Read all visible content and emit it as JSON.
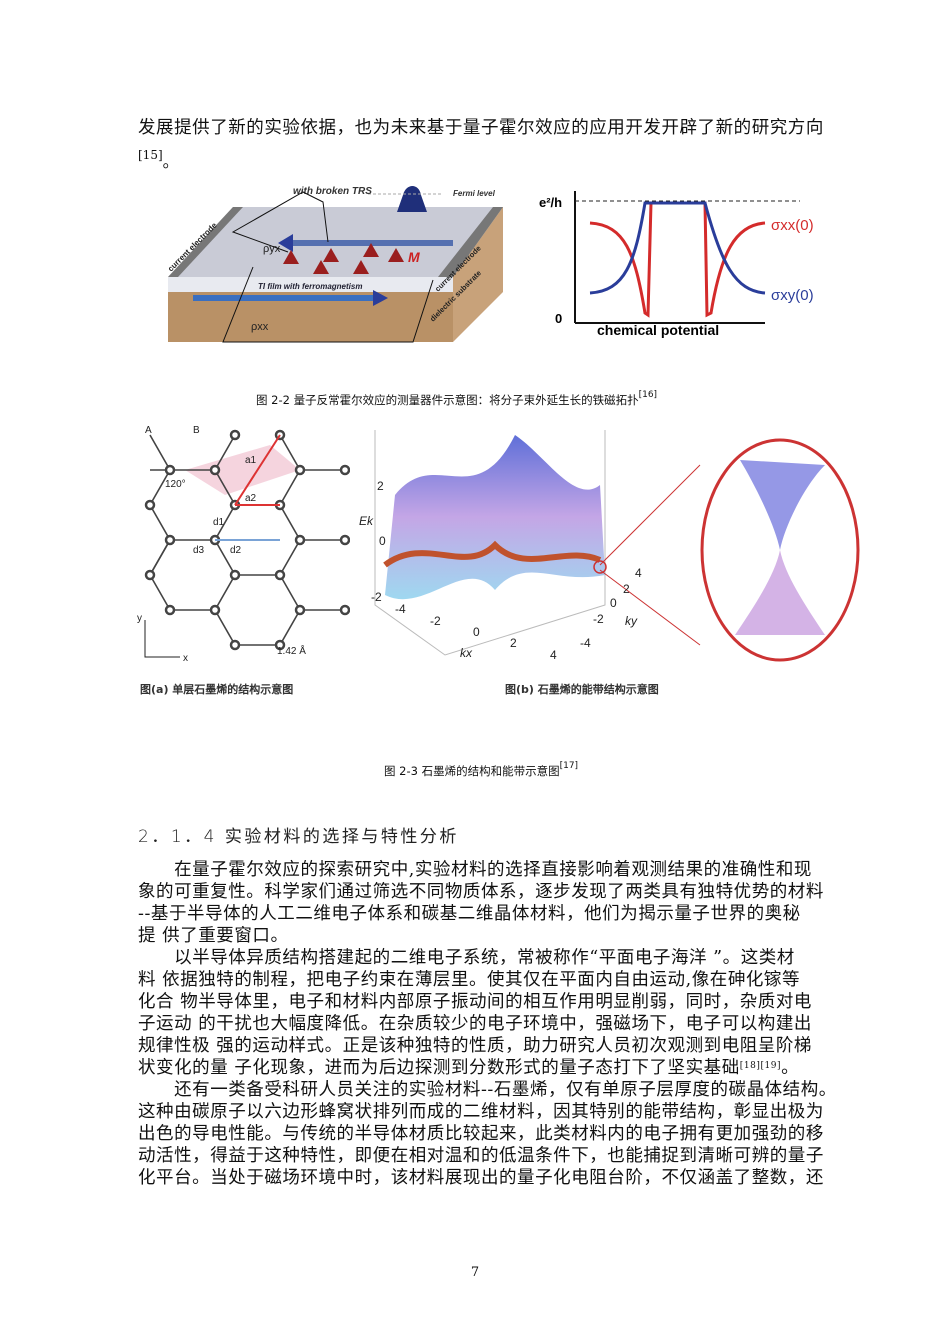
{
  "intro": {
    "line1": "发展提供了新的实验依据，也为未来基于量子霍尔效应的应用开发开辟了新的研究方向",
    "cite": "[15]",
    "end": "。"
  },
  "figure_2_2": {
    "caption": "图 2-2 量子反常霍尔效应的测量器件示意图：将分子束外延生长的铁磁拓扑",
    "cite": "[16]",
    "left_labels": {
      "top": "with broken TRS",
      "fermi": "Fermi level",
      "rho_yx": "ρyx",
      "rho_xx": "ρxx",
      "M": "M",
      "film": "TI film with ferromagnetism",
      "electrode_left": "current electrode",
      "electrode_right": "current electrode",
      "substrate": "dielectric substrate"
    },
    "right_labels": {
      "yunit": "e²/h",
      "zero": "0",
      "xlabel": "chemical potential",
      "sxx": "σxx(0)",
      "sxy": "σxy(0)"
    },
    "colors": {
      "red": "#d42b2b",
      "blue": "#2a3d9a"
    }
  },
  "figure_2_3": {
    "caption": "图 2-3 石墨烯的结构和能带示意图",
    "cite": "[17]",
    "sub_a": "图(a) 单层石墨烯的结构示意图",
    "sub_b": "图(b) 石墨烯的能带结构示意图",
    "lattice_labels": {
      "A": "A",
      "B": "B",
      "angle": "120°",
      "a1": "a1",
      "a2": "a2",
      "d1": "d1",
      "d2": "d2",
      "d3": "d3",
      "bond": "1.42 Å",
      "x": "x",
      "y": "y"
    },
    "band_labels": {
      "ek": "Ek",
      "kx": "kx",
      "ky": "ky",
      "ticks_e": [
        "2",
        "0",
        "-2"
      ],
      "ticks_kx": [
        "-4",
        "-2",
        "0",
        "2",
        "4"
      ],
      "ticks_ky": [
        "4",
        "2",
        "0",
        "-2",
        "-4"
      ]
    }
  },
  "section": {
    "heading": "2．1．4 实验材料的选择与特性分析"
  },
  "paragraphs": [
    {
      "lines": [
        "　　在量子霍尔效应的探索研究中,实验材料的选择直接影响着观测结果的准确性和现",
        "象的可重复性。科学家们通过筛选不同物质体系，逐步发现了两类具有独特优势的材料",
        "--基于半导体的人工二维电子体系和碳基二维晶体材料，他们为揭示量子世界的奥秘",
        "提 供了重要窗口。"
      ]
    },
    {
      "lines": [
        "　　以半导体异质结构搭建起的二维电子系统，常被称作“平面电子海洋 ”。这类材",
        "料 依据独特的制程，把电子约束在薄层里。使其仅在平面内自由运动,像在砷化镓等",
        "化合 物半导体里，电子和材料内部原子振动间的相互作用明显削弱，同时，杂质对电",
        "子运动 的干扰也大幅度降低。在杂质较少的电子环境中，强磁场下，电子可以构建出",
        "规律性极 强的运动样式。正是该种独特的性质，助力研究人员初次观测到电阻呈阶梯",
        "状变化的量 子化现象，进而为后边探测到分数形式的量子态打下了坚实基础"
      ],
      "cite": "[18][19]",
      "end": "。"
    },
    {
      "lines": [
        "　　还有一类备受科研人员关注的实验材料--石墨烯，仅有单原子层厚度的碳晶体结构。",
        "这种由碳原子以六边形蜂窝状排列而成的二维材料，因其特别的能带结构，彰显出极为",
        "出色的导电性能。与传统的半导体材质比较起来，此类材料内的电子拥有更加强劲的移",
        "动活性，得益于这种特性，即便在相对温和的低温条件下，也能捕捉到清晰可辨的量子",
        "化平台。当处于磁场环境中时，该材料展现出的量子化电阻台阶，不仅涵盖了整数，还"
      ]
    }
  ],
  "footer": {
    "page_number": "7"
  }
}
